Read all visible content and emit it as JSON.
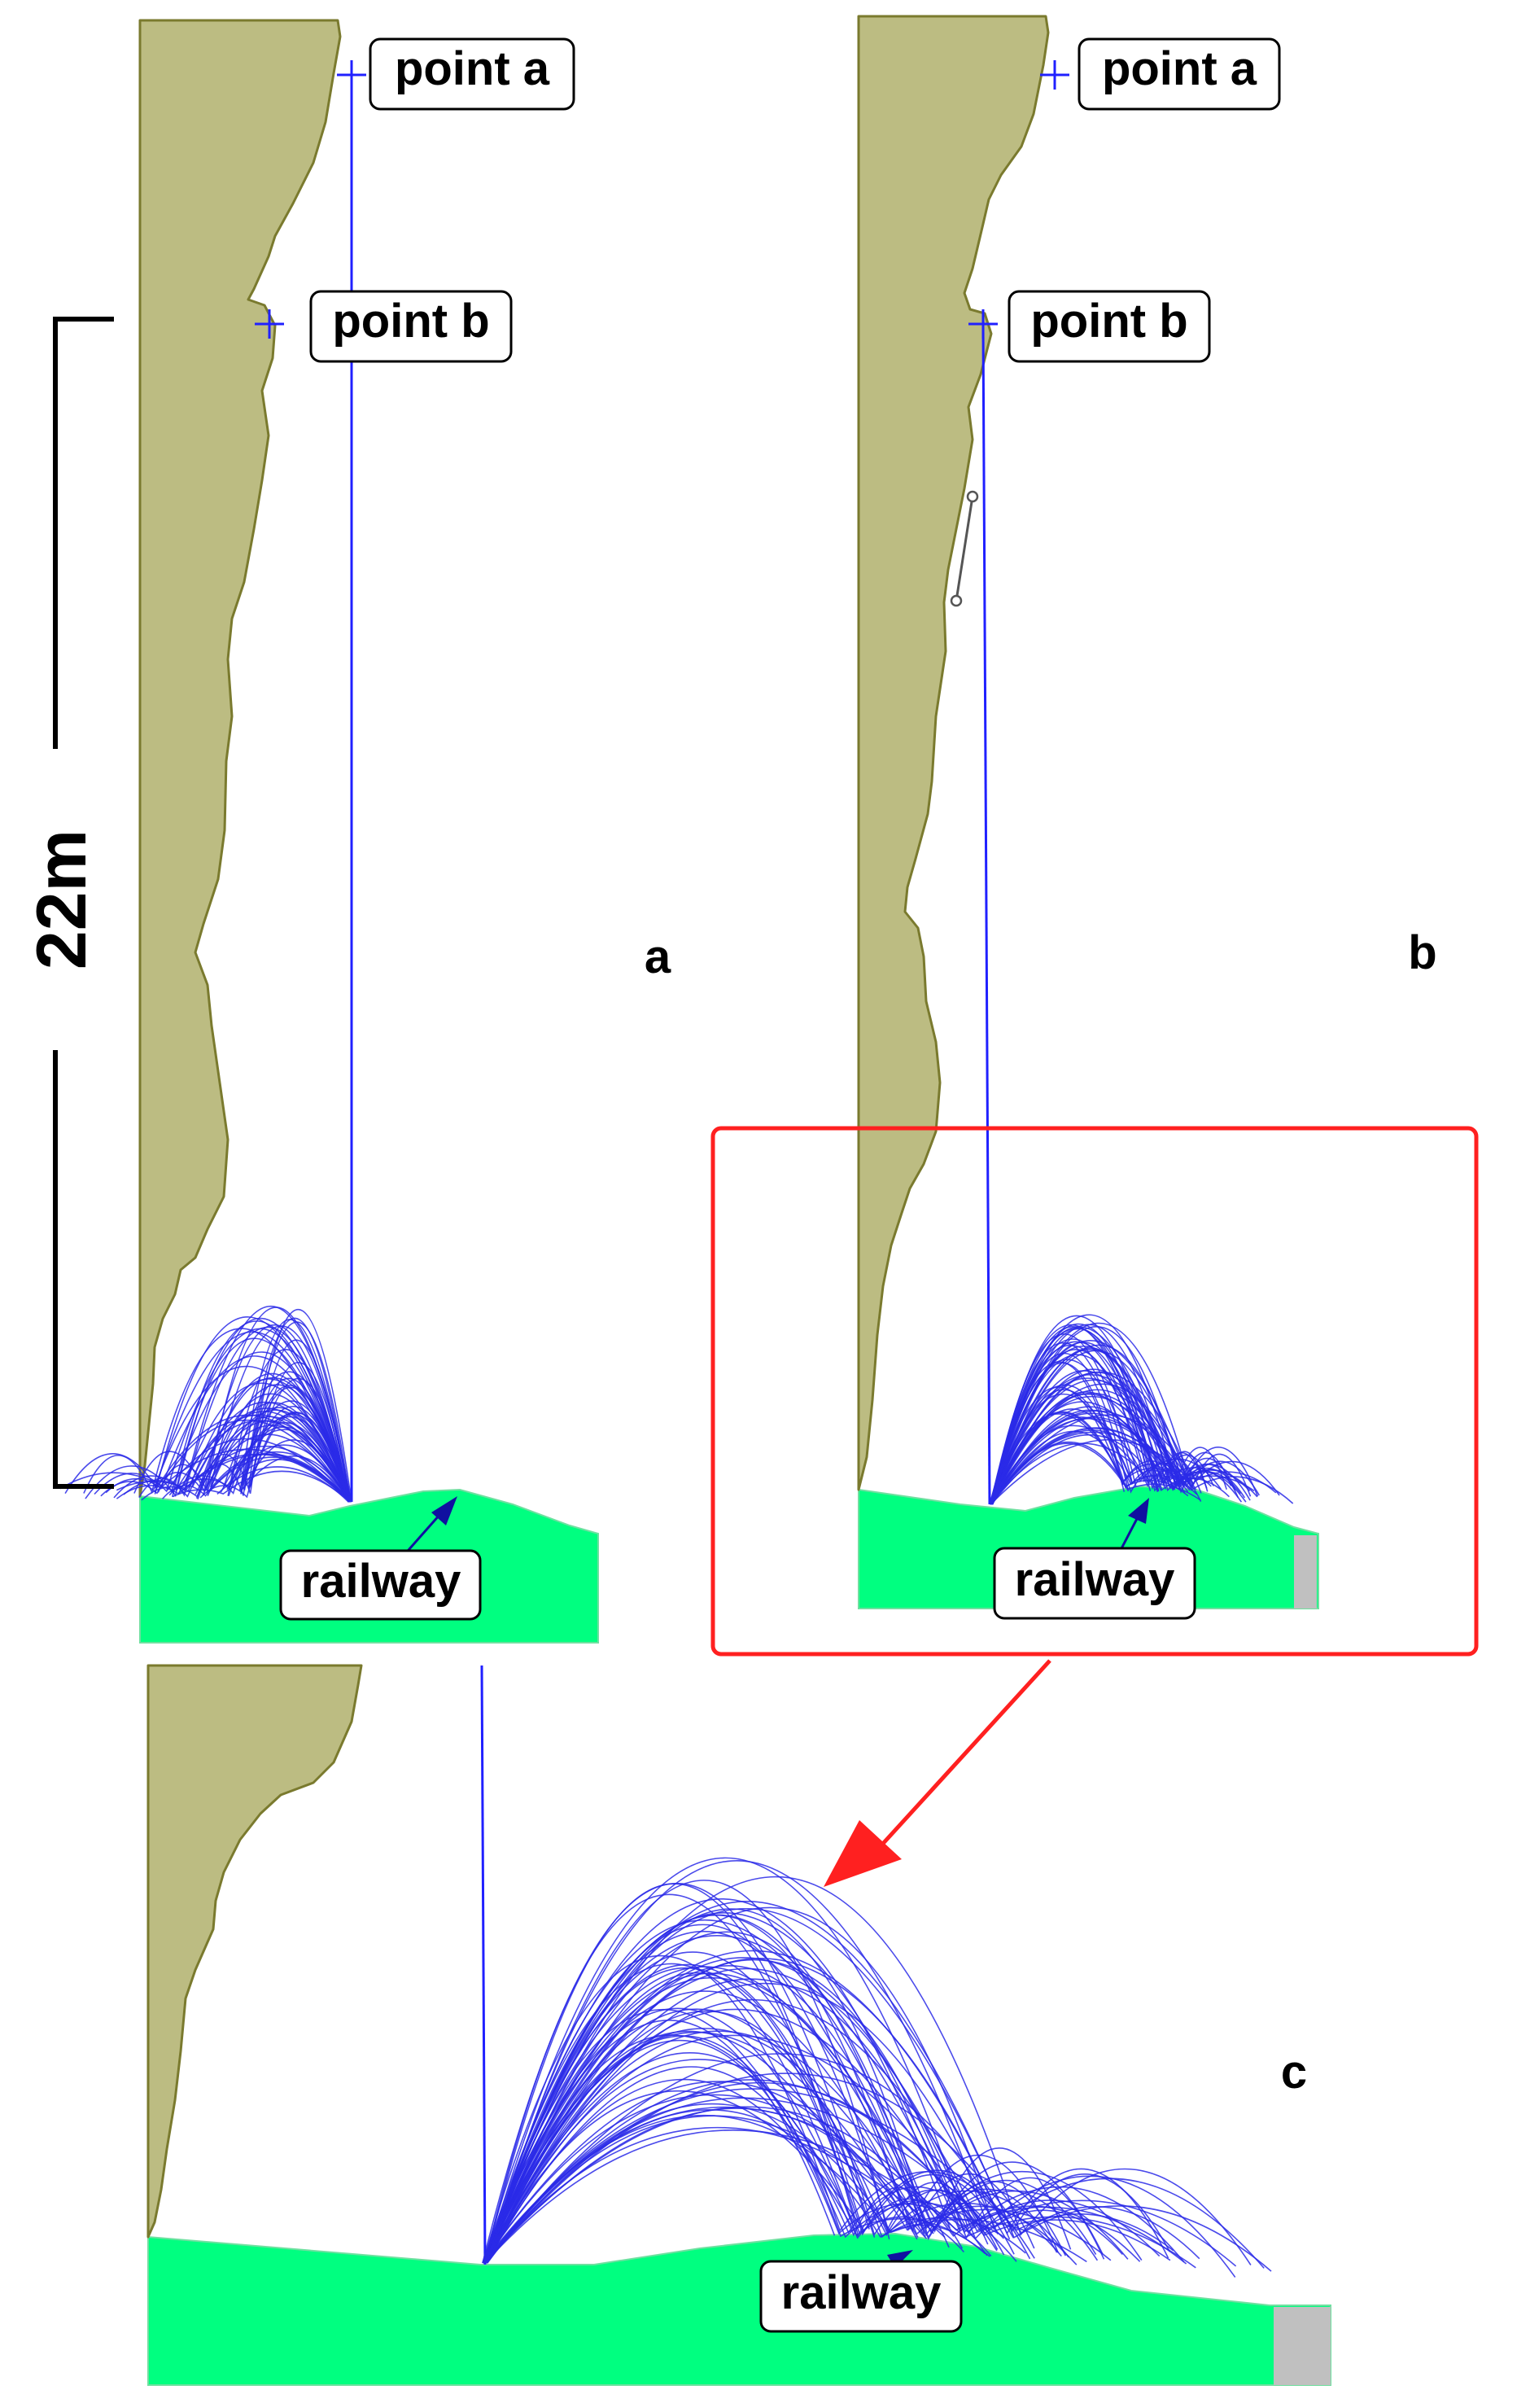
{
  "panels": {
    "a": {
      "letter": "a",
      "labels": {
        "point_a": "point a",
        "point_b": "point b",
        "railway": "railway"
      }
    },
    "b": {
      "letter": "b",
      "labels": {
        "point_a": "point a",
        "point_b": "point b",
        "railway": "railway"
      }
    },
    "c": {
      "letter": "c",
      "labels": {
        "railway": "railway"
      }
    }
  },
  "scale_bar": {
    "label": "22m"
  },
  "colors": {
    "cliff": "#bcbc82",
    "cliff_outline": "#7a7a2e",
    "ground": "#00ff80",
    "road": "#c0c0c0",
    "trajectories": "#2a2ae8",
    "zoom_indicator": "#ff2020"
  }
}
